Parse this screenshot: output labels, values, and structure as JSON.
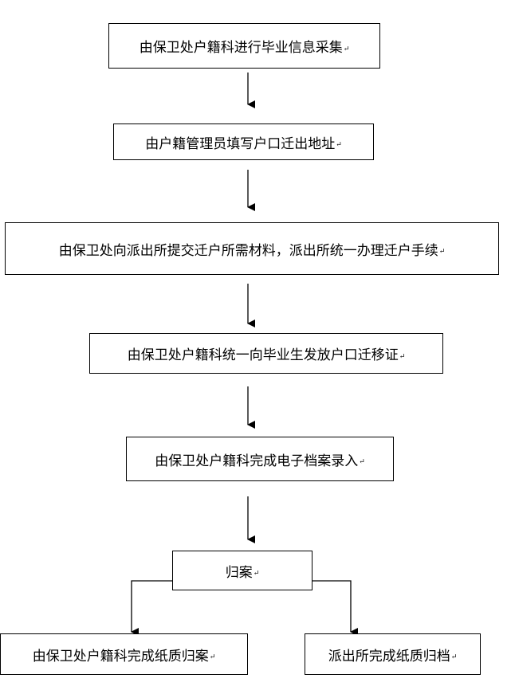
{
  "flowchart": {
    "steps": [
      "由保卫处户籍科进行毕业信息采集",
      "由户籍管理员填写户口迁出地址",
      "由保卫处向派出所提交迁户所需材料，派出所统一办理迁户手续",
      "由保卫处户籍科统一向毕业生发放户口迁移证",
      "由保卫处户籍科完成电子档案录入",
      "归案"
    ],
    "branches": [
      "由保卫处户籍科完成纸质归案",
      "派出所完成纸质归档"
    ],
    "paragraph_mark": "↵"
  }
}
